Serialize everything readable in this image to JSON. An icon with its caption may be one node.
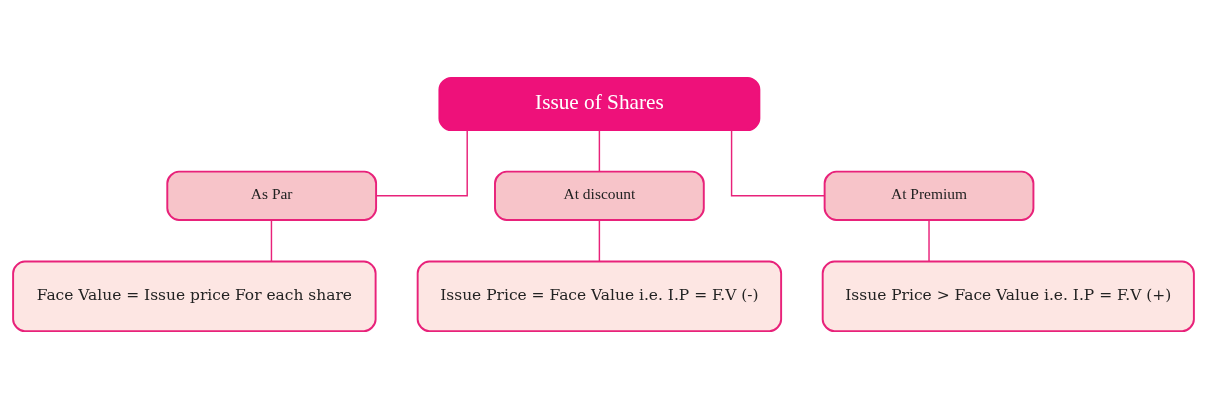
{
  "diagram": {
    "nodes": [
      {
        "text": [
          "Issue of Shares"
        ]
      },
      {
        "text": [
          "As Par"
        ]
      },
      {
        "text": [
          "At discount"
        ]
      },
      {
        "text": [
          "At Premium"
        ]
      },
      {
        "text": [
          "Face Value = Issue price For each share"
        ]
      },
      {
        "text": [
          "Issue Price = Face Value i.e. I.P = F.V (-)"
        ]
      },
      {
        "text": [
          "Issue Price > Face Value i.e. I.P = F.V (+)"
        ]
      }
    ],
    "edges": [
      {
        "from": 0,
        "to": 1,
        "arrow": "none"
      },
      {
        "from": 0,
        "to": 2,
        "arrow": "none"
      },
      {
        "from": 0,
        "to": 3,
        "arrow": "none"
      },
      {
        "from": 1,
        "to": 4,
        "arrow": "none"
      },
      {
        "from": 2,
        "to": 5,
        "arrow": "none"
      },
      {
        "from": 3,
        "to": 6,
        "arrow": "none"
      }
    ]
  }
}
